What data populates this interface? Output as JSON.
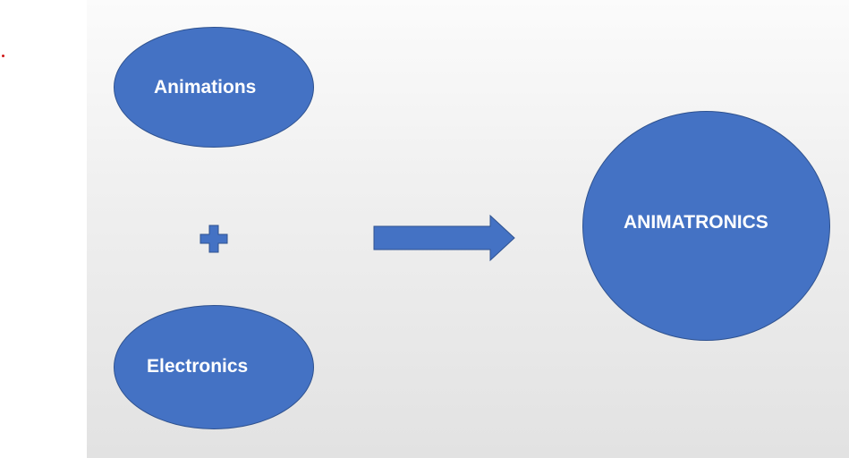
{
  "diagram": {
    "nodes": {
      "animations": {
        "label": "Animations"
      },
      "electronics": {
        "label": "Electronics"
      },
      "animatronics": {
        "label": "ANIMATRONICS"
      }
    },
    "operator_icon": "plus-icon",
    "connector_icon": "right-arrow-icon",
    "colors": {
      "node_fill": "#4472c4",
      "node_border": "#2f528f",
      "text": "#ffffff",
      "accent_dot": "#d01818"
    }
  }
}
